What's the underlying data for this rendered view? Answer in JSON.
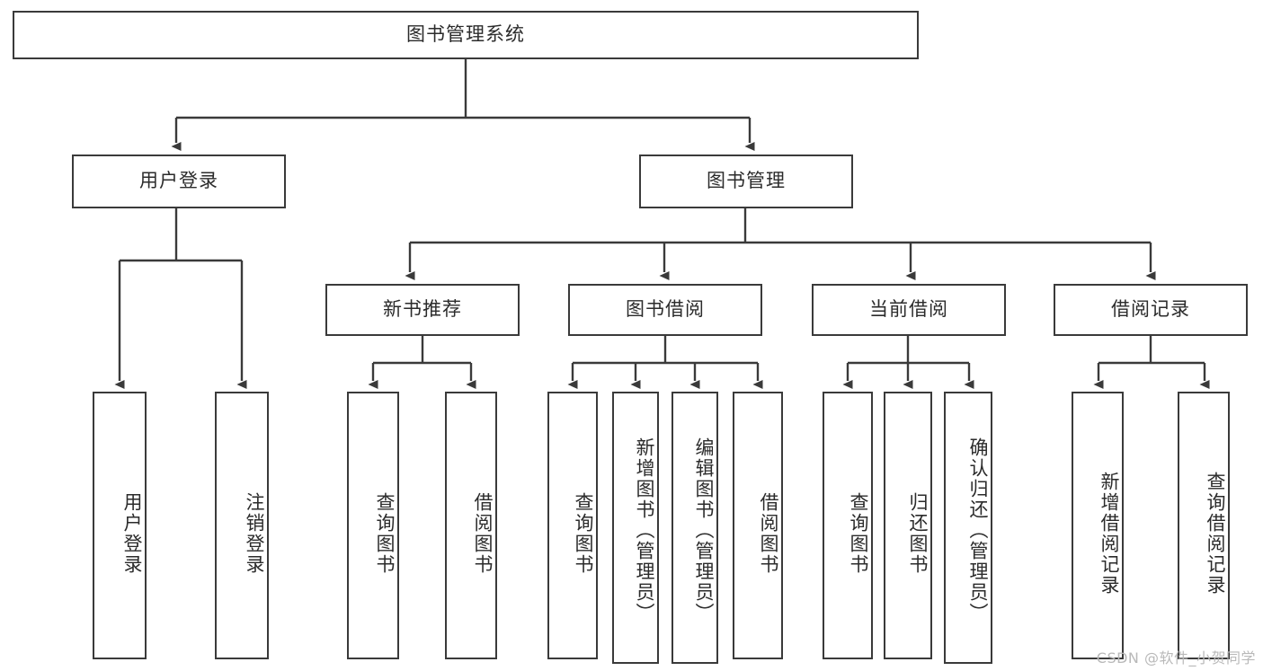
{
  "diagram": {
    "type": "tree-hierarchy",
    "title": "图书管理系统",
    "watermark": "CSDN @软件_小贺同学",
    "colors": {
      "border": "#3a3a3a",
      "text": "#2b2b2b",
      "background": "#ffffff",
      "watermark": "#b9b9b9"
    },
    "nodes": {
      "root": {
        "label": "图书管理系统"
      },
      "level2": [
        {
          "id": "user-login",
          "label": "用户登录"
        },
        {
          "id": "book-manage",
          "label": "图书管理"
        }
      ],
      "level3": [
        {
          "id": "new-book-rec",
          "label": "新书推荐"
        },
        {
          "id": "book-borrow",
          "label": "图书借阅"
        },
        {
          "id": "current-borrow",
          "label": "当前借阅"
        },
        {
          "id": "borrow-record",
          "label": "借阅记录"
        }
      ],
      "leaves": [
        {
          "id": "leaf-user-login",
          "label": "用户登录",
          "parent": "user-login"
        },
        {
          "id": "leaf-logout",
          "label": "注销登录",
          "parent": "user-login"
        },
        {
          "id": "leaf-query-book-1",
          "label": "查询图书",
          "parent": "new-book-rec"
        },
        {
          "id": "leaf-borrow-book-1",
          "label": "借阅图书",
          "parent": "new-book-rec"
        },
        {
          "id": "leaf-query-book-2",
          "label": "查询图书",
          "parent": "book-borrow"
        },
        {
          "id": "leaf-add-book",
          "label": "新增图书（管理员）",
          "parent": "book-borrow"
        },
        {
          "id": "leaf-edit-book",
          "label": "编辑图书（管理员）",
          "parent": "book-borrow"
        },
        {
          "id": "leaf-borrow-book-2",
          "label": "借阅图书",
          "parent": "book-borrow"
        },
        {
          "id": "leaf-query-book-3",
          "label": "查询图书",
          "parent": "current-borrow"
        },
        {
          "id": "leaf-return-book",
          "label": "归还图书",
          "parent": "current-borrow"
        },
        {
          "id": "leaf-confirm-return",
          "label": "确认归还（管理员）",
          "parent": "current-borrow"
        },
        {
          "id": "leaf-add-record",
          "label": "新增借阅记录",
          "parent": "borrow-record"
        },
        {
          "id": "leaf-query-record",
          "label": "查询借阅记录",
          "parent": "borrow-record"
        }
      ]
    }
  }
}
